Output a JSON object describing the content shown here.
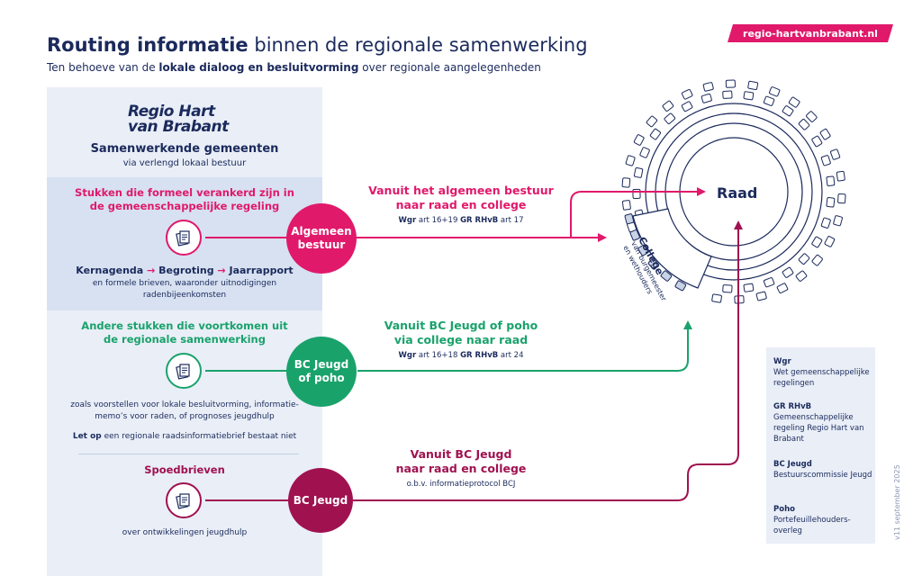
{
  "header": {
    "title_bold": "Routing informatie",
    "title_rest": " binnen de regionale samenwerking",
    "subtitle_pre": "Ten behoeve van de ",
    "subtitle_bold": "lokale dialoog en besluitvorming",
    "subtitle_post": " over regionale aangelegenheden",
    "url": "regio-hartvanbrabant.nl"
  },
  "logo": {
    "line1": "Regio Hart",
    "line2": "van Brabant"
  },
  "panel": {
    "heading": "Samenwerkende gemeenten",
    "subheading": "via verlengd lokaal bestuur"
  },
  "section1": {
    "title_line1": "Stukken die formeel verankerd zijn in",
    "title_line2": "de gemeenschappelijke regeling",
    "chain": [
      "Kernagenda",
      "Begroting",
      "Jaarrapport"
    ],
    "arrow": "→",
    "note_line1": "en formele brieven, waaronder uitnodigingen",
    "note_line2": "radenbijeenkomsten"
  },
  "section2": {
    "title_line1": "Andere stukken die voortkomen uit",
    "title_line2": "de regionale samenwerking",
    "note_line1": "zoals voorstellen voor lokale besluitvorming, informatie-",
    "note_line2": "memo’s voor raden, of prognoses jeugdhulp",
    "warning_bold": "Let op",
    "warning_rest": " een regionale raadsinformatiebrief bestaat niet"
  },
  "section3": {
    "title": "Spoedbrieven",
    "note": "over ontwikkelingen jeugdhulp"
  },
  "nodes": {
    "n1_line1": "Algemeen",
    "n1_line2": "bestuur",
    "n2_line1": "BC Jeugd",
    "n2_line2": "of poho",
    "n3": "BC Jeugd"
  },
  "routes": {
    "r1": {
      "line1": "Vanuit het algemeen bestuur",
      "line2": "naar raad en college",
      "ref_bold1": "Wgr",
      "ref_rest1": " art 16+19  ",
      "ref_bold2": "GR RHvB",
      "ref_rest2": " art 17"
    },
    "r2": {
      "line1": "Vanuit BC Jeugd of poho",
      "line2": "via college naar raad",
      "ref_bold1": "Wgr",
      "ref_rest1": " art 16+18  ",
      "ref_bold2": "GR RHvB",
      "ref_rest2": " art 24"
    },
    "r3": {
      "line1": "Vanuit BC Jeugd",
      "line2": "naar raad en college",
      "ref": "o.b.v. informatieprotocol BCJ"
    }
  },
  "chamber": {
    "raad": "Raad",
    "college_title": "College",
    "college_sub1": "van burgemeester",
    "college_sub2": "en wethouders"
  },
  "legend": [
    {
      "abbr": "Wgr",
      "text": "Wet gemeenschappelijke regelingen"
    },
    {
      "abbr": "GR RHvB",
      "text": "Gemeenschappelijke regeling Regio Hart van Brabant"
    },
    {
      "abbr": "BC Jeugd",
      "text": "Bestuurscommissie Jeugd"
    },
    {
      "abbr": "Poho",
      "text": "Portefeuillehouders-overleg"
    }
  ],
  "version": "v11 september 2025",
  "colors": {
    "navy": "#1b2a5c",
    "pink": "#e0196b",
    "green": "#1aa26b",
    "plum": "#a01150",
    "panel": "#e9eef7"
  },
  "icons": [
    "document-icon"
  ]
}
